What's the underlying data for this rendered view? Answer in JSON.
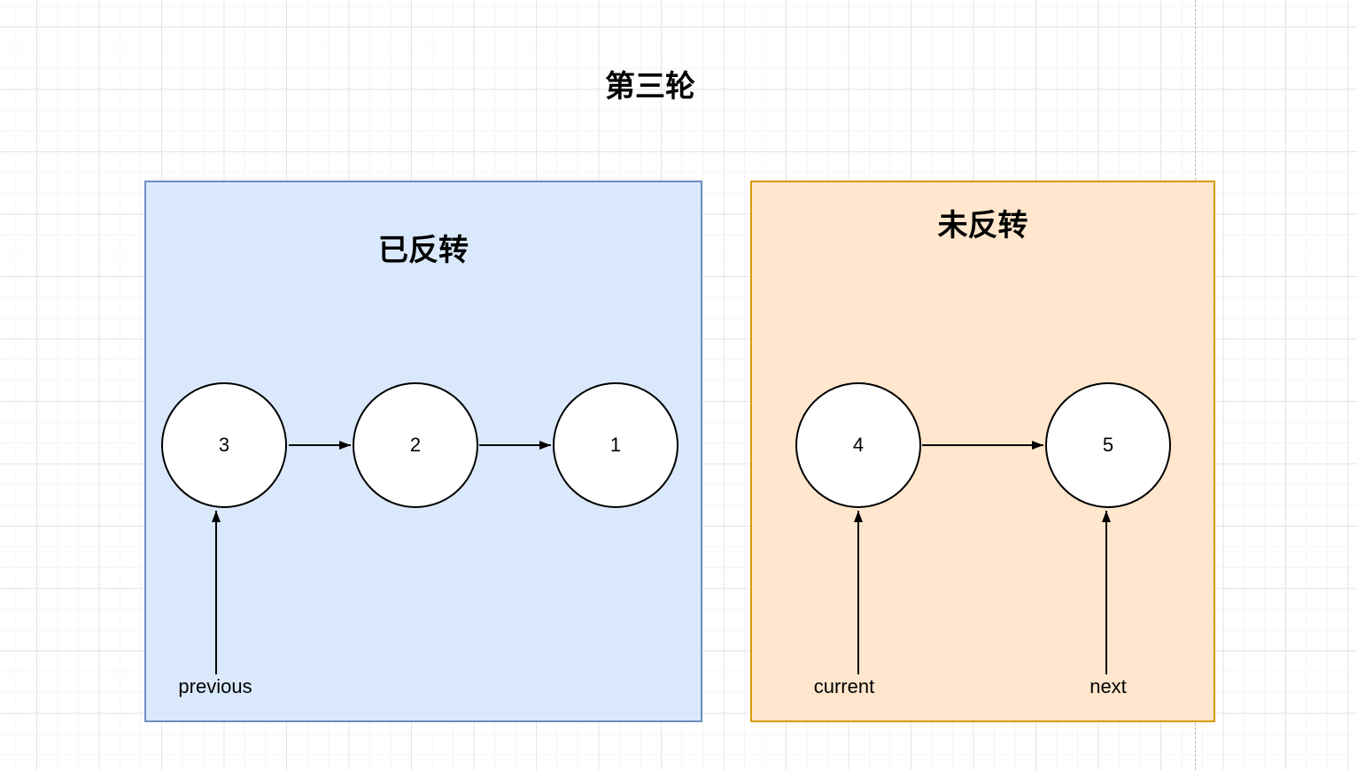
{
  "canvas": {
    "title": "第三轮",
    "grid_minor_color": "#f5f5f5",
    "grid_major_color": "#e3e3e3",
    "page_break_color": "#b8b8b8"
  },
  "reversed_group": {
    "title": "已反转",
    "fill_color": "#dae8fc",
    "border_color": "#6c8ebf",
    "nodes": [
      {
        "value": "3"
      },
      {
        "value": "2"
      },
      {
        "value": "1"
      }
    ],
    "pointer_label": "previous"
  },
  "unreversed_group": {
    "title": "未反转",
    "fill_color": "#ffe6cc",
    "border_color": "#d79b00",
    "nodes": [
      {
        "value": "4"
      },
      {
        "value": "5"
      }
    ],
    "pointer_labels": {
      "current": "current",
      "next": "next"
    }
  },
  "node_style": {
    "fill_color": "#ffffff",
    "border_color": "#000000"
  },
  "edge_color": "#000000"
}
